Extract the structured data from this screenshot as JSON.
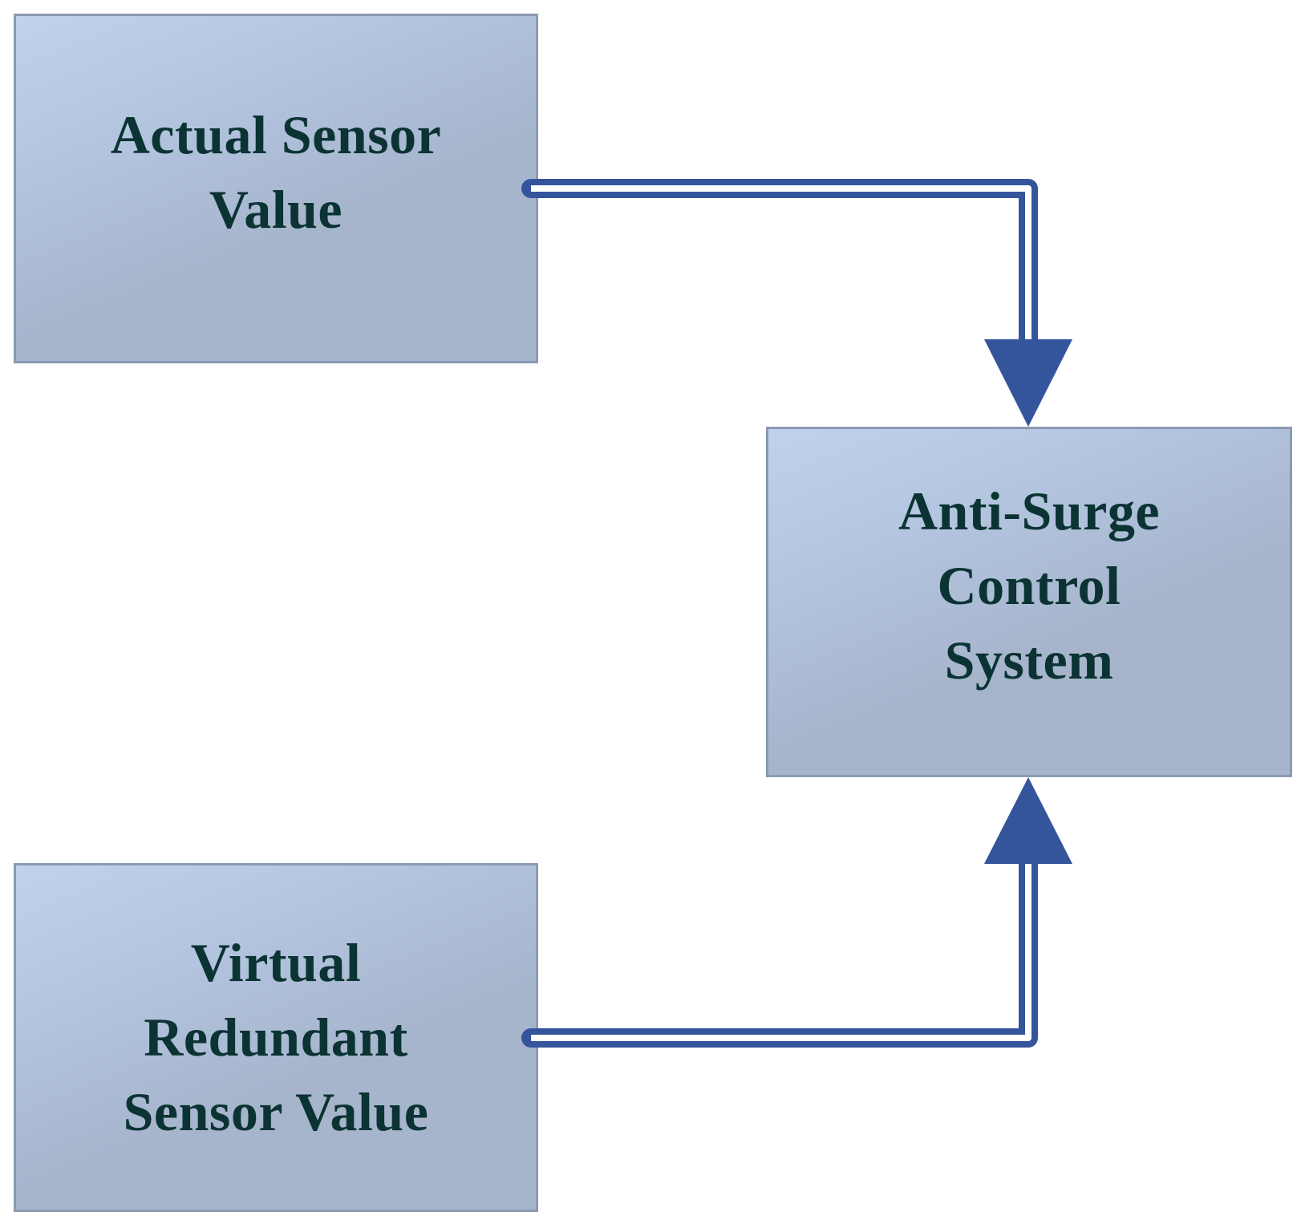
{
  "diagram": {
    "nodes": {
      "actual_sensor": {
        "label": "Actual Sensor\nValue"
      },
      "anti_surge": {
        "label": "Anti-Surge\nControl\nSystem"
      },
      "virtual_sensor": {
        "label": "Virtual\nRedundant\nSensor Value"
      }
    },
    "edges": [
      {
        "from": "Actual Sensor Value",
        "to": "Anti-Surge Control System"
      },
      {
        "from": "Virtual Redundant Sensor Value",
        "to": "Anti-Surge Control System"
      }
    ],
    "colors": {
      "arrow": "#34549c",
      "box_border": "#8b9ab2",
      "box_fill_light": "#bfd3ec",
      "box_fill_dark": "#a6b5cc",
      "text": "#0b3333"
    }
  }
}
